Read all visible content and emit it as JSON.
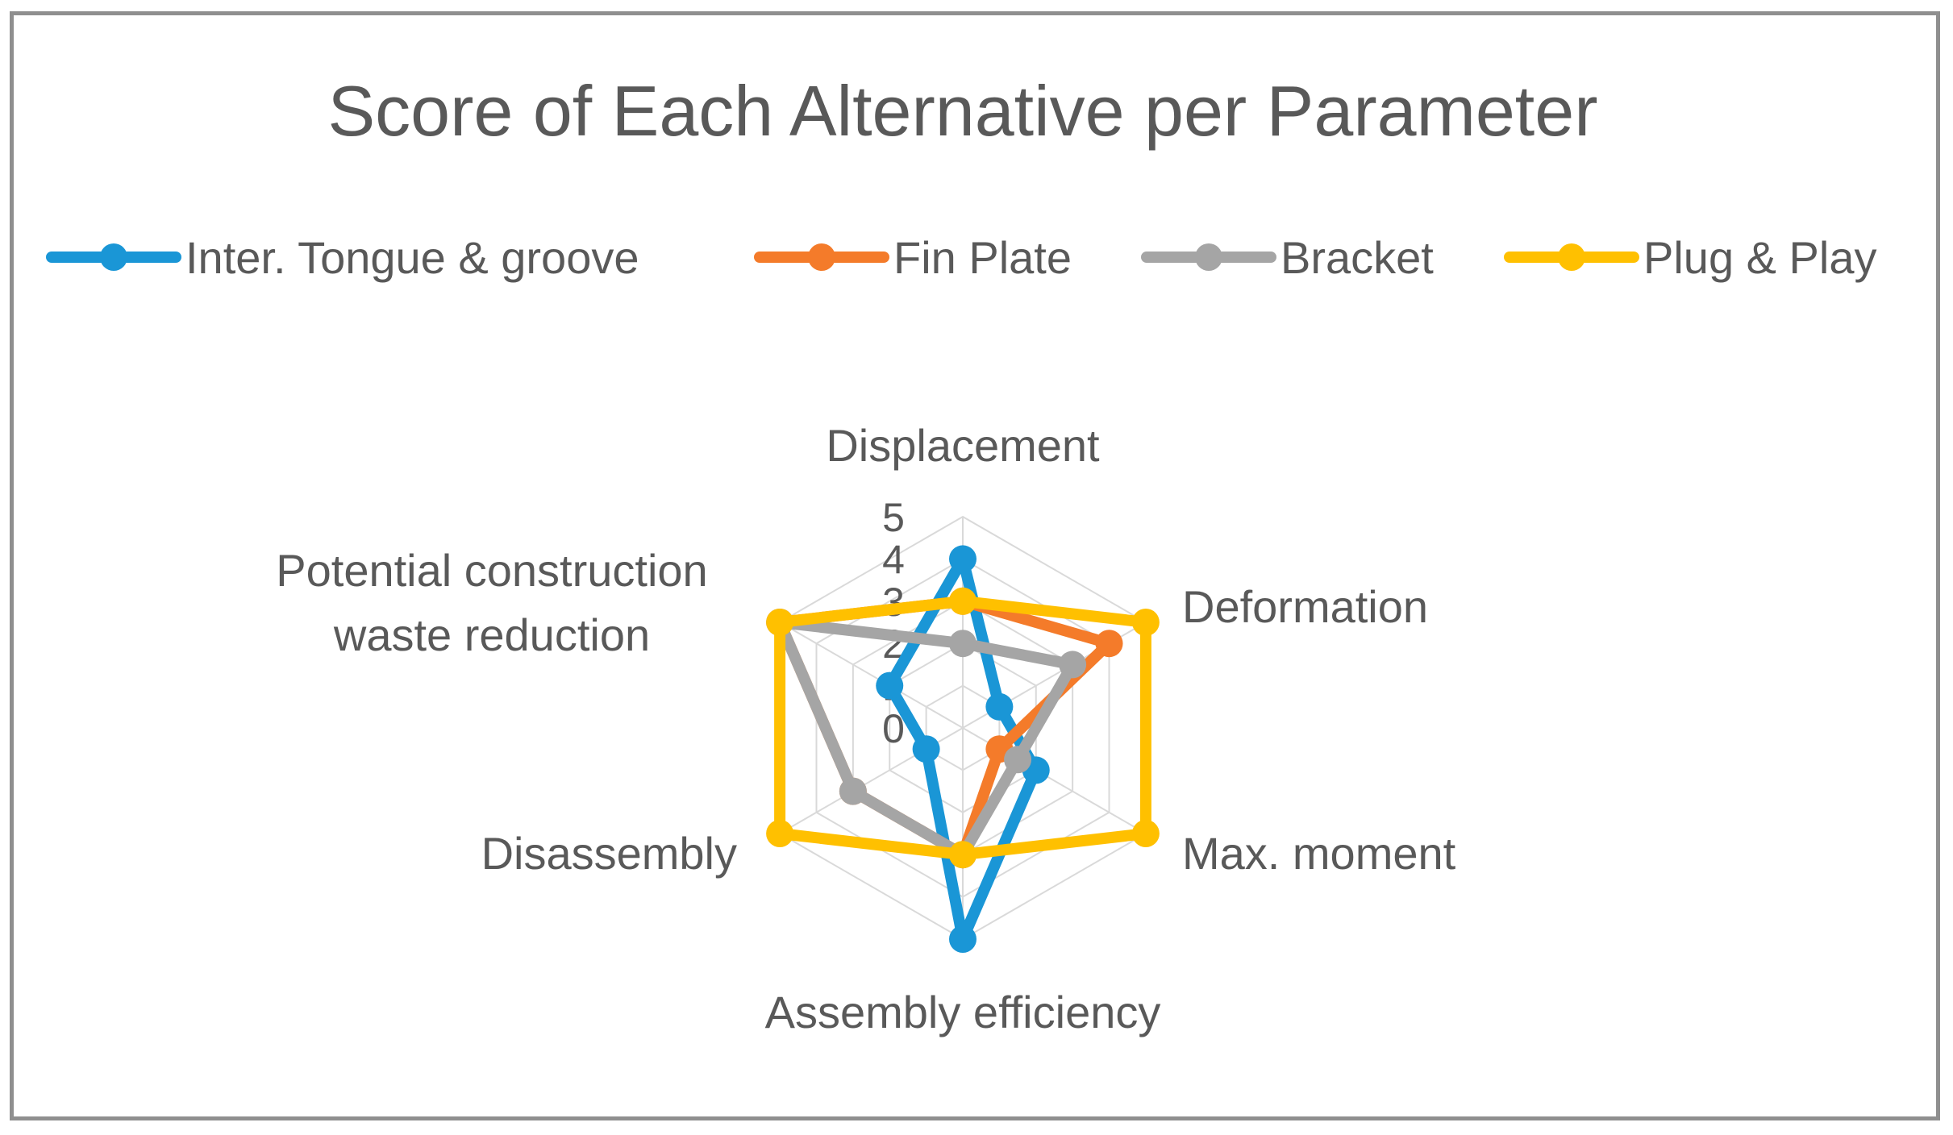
{
  "chart_data": {
    "type": "radar",
    "title": "Score of Each Alternative per Parameter",
    "axes": [
      "Displacement",
      "Deformation",
      "Max. moment",
      "Assembly efficiency",
      "Disassembly",
      "Potential construction waste reduction"
    ],
    "axis_label_lines": [
      [
        "Displacement"
      ],
      [
        "Deformation"
      ],
      [
        "Max. moment"
      ],
      [
        "Assembly efficiency"
      ],
      [
        "Disassembly"
      ],
      [
        "Potential construction",
        "waste reduction"
      ]
    ],
    "rlim": [
      0,
      5
    ],
    "ticks": [
      "0",
      "1",
      "2",
      "3",
      "4",
      "5"
    ],
    "legend_position": "top",
    "series": [
      {
        "name": "Inter. Tongue & groove",
        "color": "#1a96d6",
        "values": [
          4,
          1,
          2,
          5,
          1,
          2
        ]
      },
      {
        "name": "Fin Plate",
        "color": "#f47b2a",
        "values": [
          3,
          4,
          1,
          3,
          3,
          5
        ]
      },
      {
        "name": "Bracket",
        "color": "#a5a5a5",
        "values": [
          2,
          3,
          1.5,
          3,
          3,
          5
        ]
      },
      {
        "name": "Plug & Play",
        "color": "#ffc000",
        "values": [
          3,
          5,
          5,
          3,
          5,
          5
        ]
      }
    ]
  }
}
